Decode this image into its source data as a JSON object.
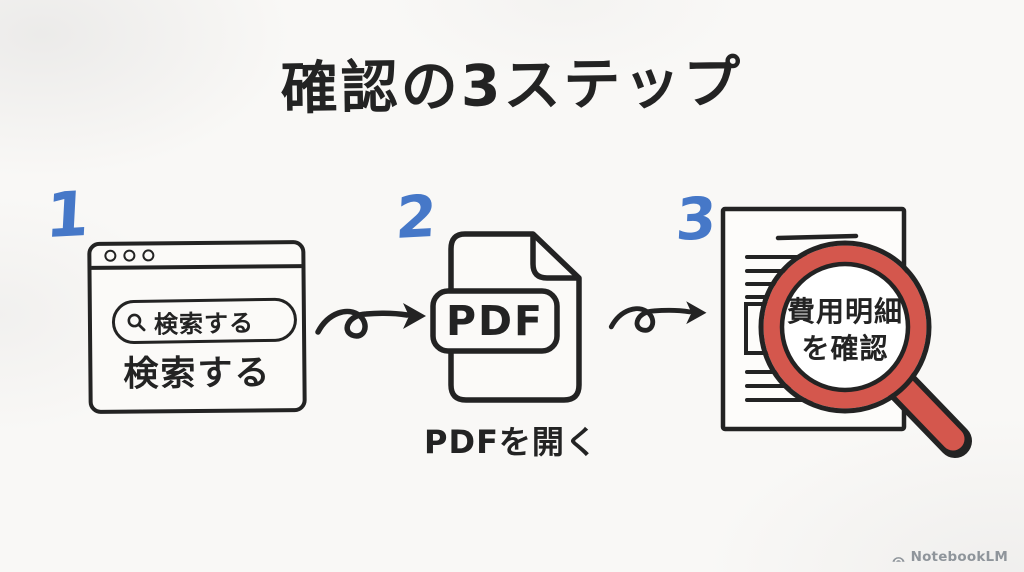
{
  "title": "確認の3ステップ",
  "steps": [
    {
      "number": "1",
      "search_box_text": "検索する",
      "caption": "検索する"
    },
    {
      "number": "2",
      "file_type": "PDF",
      "caption": "PDFを開く"
    },
    {
      "number": "3",
      "lens_text_line1": "費用明細",
      "lens_text_line2": "を確認"
    }
  ],
  "watermark": "NotebookLM",
  "colors": {
    "ink_black": "#232323",
    "step_number_blue": "#4678c8",
    "magnifier_red": "#d4574d",
    "paper_background": "#f9f8f6",
    "watermark_gray": "#8f959b"
  },
  "icons": {
    "search": "magnifying-glass",
    "window_controls": "three-outlined-dots",
    "arrows": "hand-drawn-loop-arrow",
    "logo": "notebooklm-arc"
  }
}
